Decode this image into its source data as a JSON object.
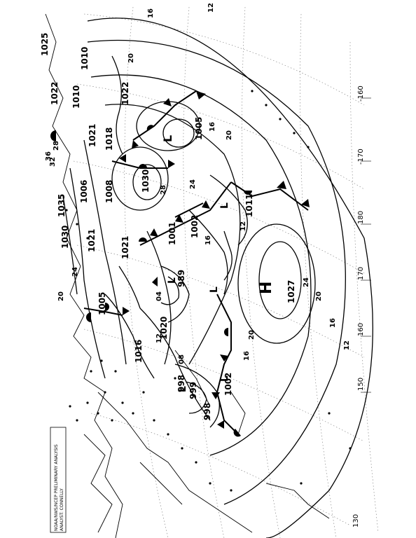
{
  "map": {
    "system_labels": {
      "high": "H",
      "low": "L"
    },
    "pressure_labels": [
      "1005",
      "1027",
      "1002",
      "1011",
      "989",
      "1030",
      "1020",
      "1016",
      "999",
      "998",
      "1002",
      "1006",
      "1008",
      "1021",
      "1018",
      "1022",
      "1010",
      "1035",
      "1030",
      "1005",
      "1021",
      "1022",
      "1010",
      "1021",
      "1025",
      "998",
      "1001"
    ],
    "isobar_tags": [
      "12",
      "16",
      "20",
      "24",
      "28",
      "20",
      "16",
      "12",
      "16",
      "20",
      "24",
      "20",
      "16",
      "12",
      "08",
      "04",
      "24",
      "16",
      "20",
      "12",
      "28",
      "32",
      "36"
    ],
    "longitude_labels": [
      "130",
      "150",
      "160",
      "170",
      "180",
      "-170",
      "-160"
    ],
    "header_lines": [
      "NOAA/NWS/NCEP PRELIMINARY ANALYSIS",
      "ANALYST: CONNELLY"
    ]
  }
}
